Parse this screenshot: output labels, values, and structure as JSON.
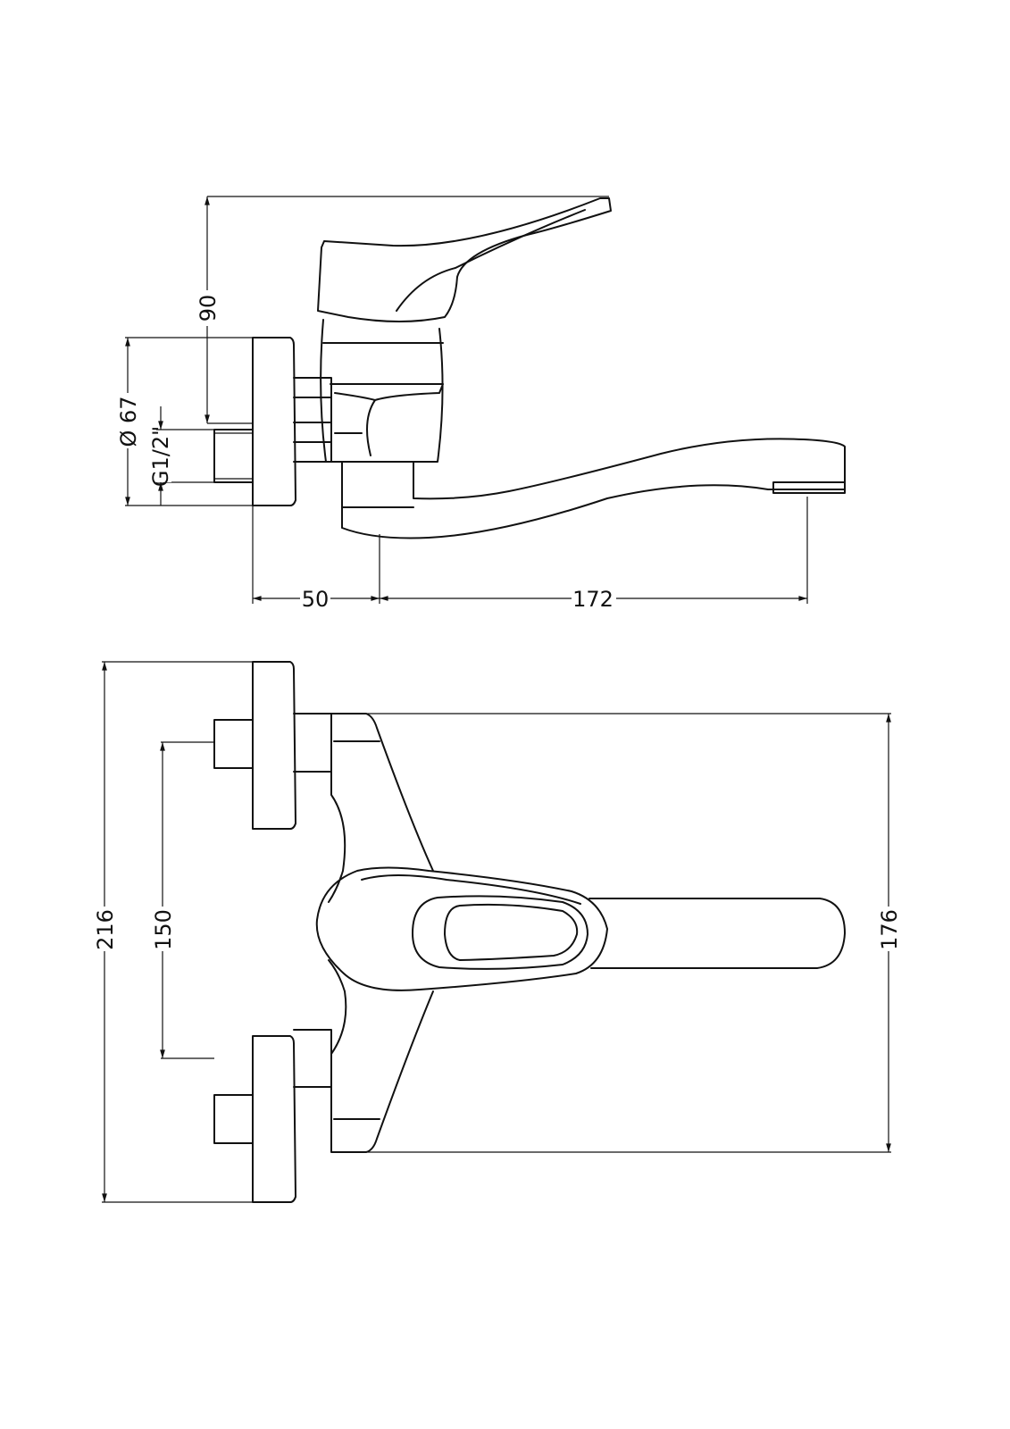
{
  "side_view": {
    "dimensions": {
      "handle_height": "90",
      "plate_diameter": "Ø 67",
      "thread_size": "G1/2\"",
      "wall_to_spout": "50",
      "spout_reach": "172"
    }
  },
  "top_view": {
    "dimensions": {
      "overall_height": "216",
      "inlet_spacing": "150",
      "body_height": "176"
    }
  },
  "colors": {
    "line": "#111111",
    "background": "#ffffff"
  }
}
